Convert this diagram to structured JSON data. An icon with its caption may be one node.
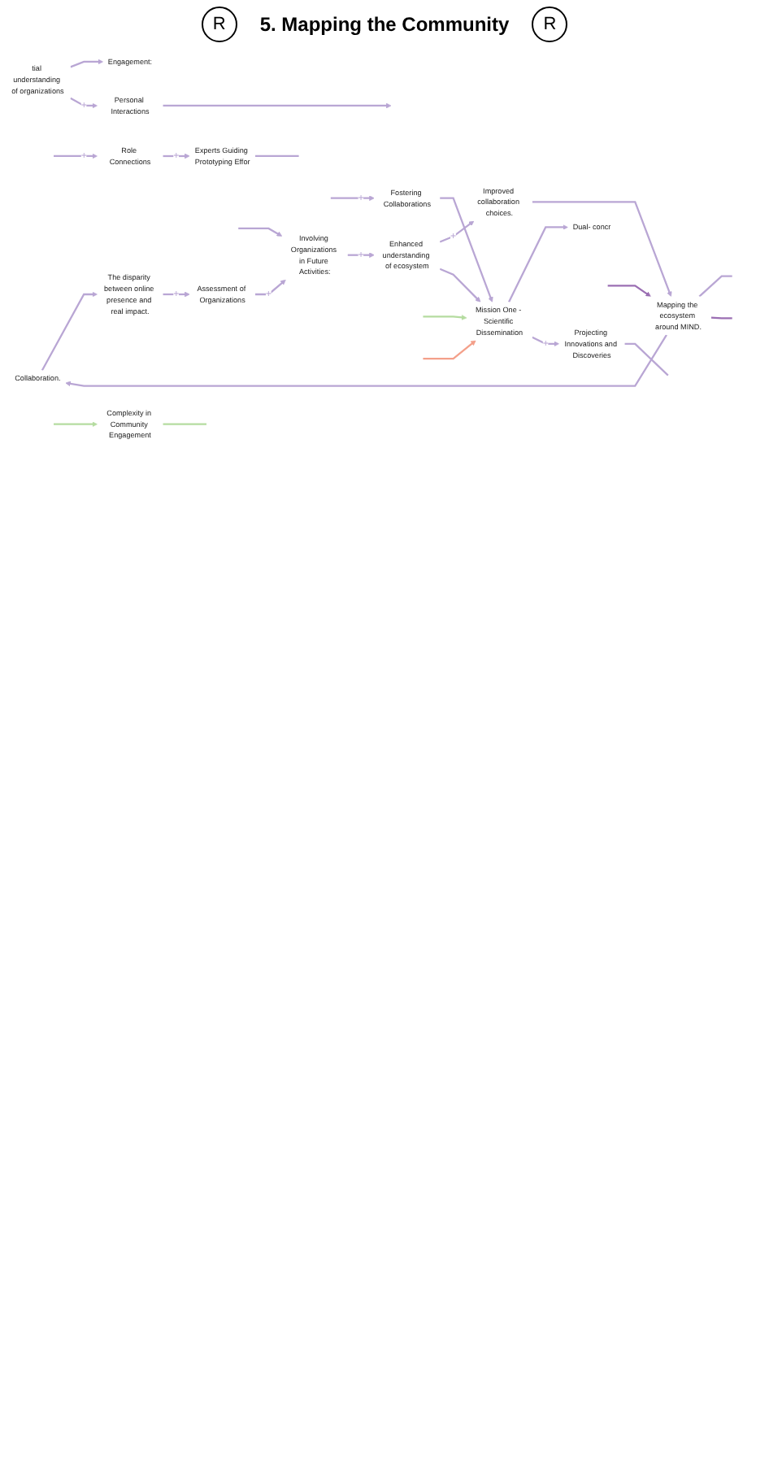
{
  "diagram": {
    "nodes": [
      {
        "text": [
          "Engagement:"
        ]
      },
      {
        "text": [
          "tial understanding of organizations"
        ]
      },
      {
        "text": [
          "Experts Guiding Prototyping Effor"
        ]
      },
      {
        "text": [
          "Personal Interactions"
        ]
      },
      {
        "text": [
          "Role Connections"
        ]
      },
      {
        "text": [
          "Collaboration."
        ]
      },
      {
        "text": [
          "The disparity between online presence and real impact."
        ]
      },
      {
        "text": [
          "Mapping the ecosystem around MIND."
        ]
      },
      {
        "text": [
          "Assessment of Organizations"
        ]
      },
      {
        "text": [
          "Improved collaboration choices."
        ]
      },
      {
        "text": [
          "Involving Organizations in Future Activities:"
        ]
      },
      {
        "text": [
          "Enhanced understanding of ecosystem"
        ]
      },
      {
        "text": [
          "Complexity in Community Engagement"
        ]
      },
      {
        "text": [
          "Dual- concr"
        ]
      },
      {
        "text": [
          "Mission One - Scientific Dissemination"
        ]
      },
      {
        "text": [
          "Fostering Collaborations"
        ]
      },
      {
        "text": [
          "Projecting Innovations and Discoveries"
        ]
      }
    ],
    "edges": [
      {
        "from": 1,
        "to": 0,
        "arrow": "to"
      },
      {
        "from": 1,
        "to": 3,
        "arrow": "to",
        "label": "+"
      },
      {
        "from": 3,
        "to": null,
        "arrow": "to"
      },
      {
        "from": null,
        "to": 7,
        "arrow": "to",
        "color": "#9b6fb3"
      },
      {
        "from": 7,
        "to": null,
        "arrow": "none"
      },
      {
        "from": 7,
        "to": 5,
        "arrow": "to"
      },
      {
        "from": 5,
        "to": 6,
        "arrow": "to"
      },
      {
        "from": 6,
        "to": 8,
        "arrow": "to",
        "label": "+"
      },
      {
        "from": 8,
        "to": 10,
        "arrow": "to",
        "label": "+"
      },
      {
        "from": null,
        "to": 10,
        "arrow": "to"
      },
      {
        "from": 10,
        "to": 11,
        "arrow": "to",
        "label": "+"
      },
      {
        "from": 11,
        "to": 9,
        "arrow": "to",
        "label": "+"
      },
      {
        "from": 9,
        "to": 7,
        "arrow": "to"
      },
      {
        "from": 7,
        "to": null,
        "arrow": "none",
        "color": "#9b6fb3"
      },
      {
        "from": 4,
        "to": 2,
        "arrow": "to",
        "label": "+"
      },
      {
        "from": null,
        "to": 4,
        "arrow": "to",
        "label": "+"
      },
      {
        "from": 2,
        "to": null,
        "arrow": "none"
      },
      {
        "from": null,
        "to": 12,
        "arrow": "to",
        "color": "#b5dca0"
      },
      {
        "from": 12,
        "to": null,
        "arrow": "none",
        "color": "#b5dca0"
      },
      {
        "from": null,
        "to": 14,
        "arrow": "to",
        "color": "#b5dca0"
      },
      {
        "from": null,
        "to": 14,
        "arrow": "to",
        "color": "#f4a08a"
      },
      {
        "from": 11,
        "to": 14,
        "arrow": "to"
      },
      {
        "from": 15,
        "to": 14,
        "arrow": "to"
      },
      {
        "from": 14,
        "to": 13,
        "arrow": "to"
      },
      {
        "from": 14,
        "to": 16,
        "arrow": "to",
        "label": "+"
      },
      {
        "from": 16,
        "to": null,
        "arrow": "none"
      },
      {
        "from": null,
        "to": 15,
        "arrow": "to",
        "label": "+"
      }
    ],
    "labels": [
      "R",
      "5. Mapping the Community",
      "R"
    ]
  }
}
